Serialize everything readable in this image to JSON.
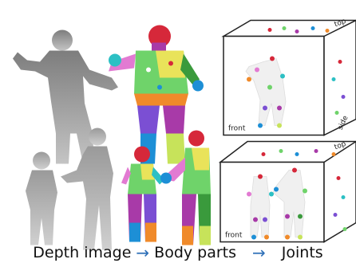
{
  "caption": {
    "stage_1": "Depth image",
    "stage_2": "Body parts",
    "stage_3": "Joints",
    "arrow_glyph": "→"
  },
  "box_labels": {
    "front": "front",
    "side": "side",
    "top": "top"
  },
  "colors": {
    "depth_gray_dark": "#8e8e8e",
    "depth_gray_light": "#b9b9b9",
    "arrow_blue": "#2d6fb7"
  },
  "body_part_palette": [
    "#d6283a",
    "#e9e35a",
    "#6fd36a",
    "#3a9a3c",
    "#a83aa8",
    "#e27ad2",
    "#1d8fd6",
    "#2cc0c4",
    "#f08a2a",
    "#7b4fd3",
    "#c7e35a",
    "#ffffff"
  ]
}
